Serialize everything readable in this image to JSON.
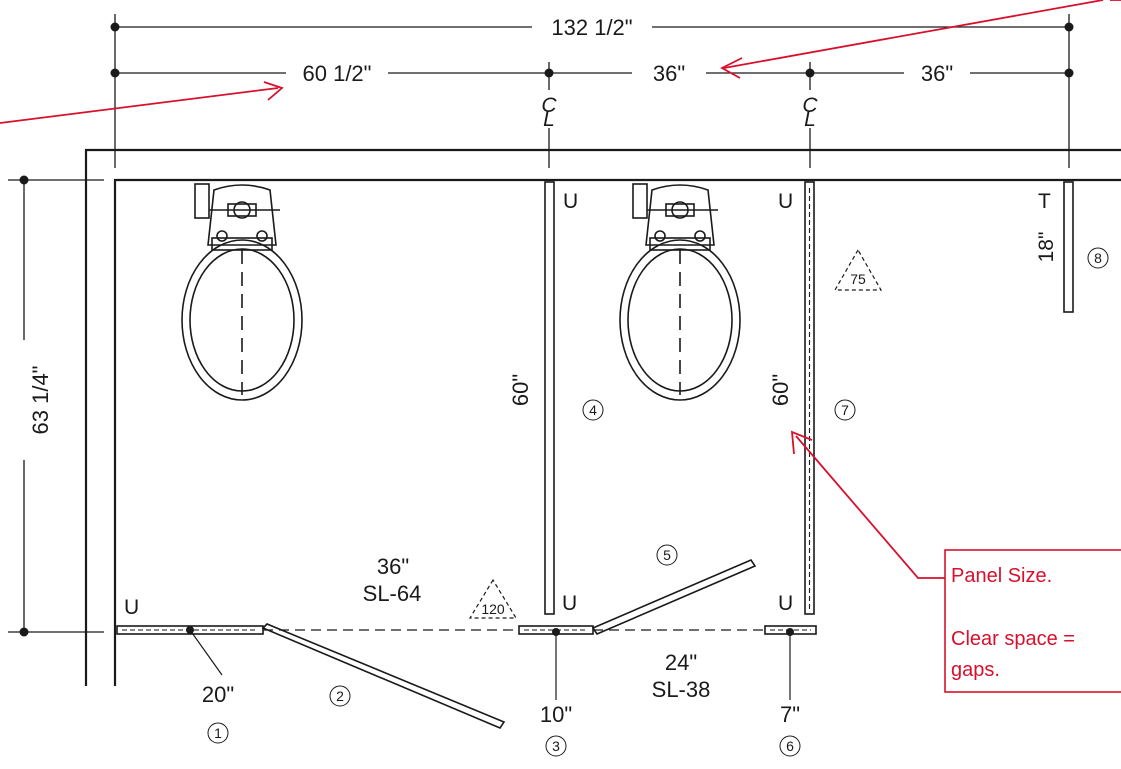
{
  "dimensions": {
    "overall_width": "132 1/2\"",
    "first_stall": "60 1/2\"",
    "second_stall": "36\"",
    "third_space": "36\"",
    "depth": "63 1/4\"",
    "centerline": "C L"
  },
  "panels": {
    "panel_4": "60\"",
    "panel_7": "60\"",
    "panel_8": "18\""
  },
  "doors": {
    "door_2_width": "36\"",
    "door_2_model": "SL-64",
    "door_5_width": "24\"",
    "door_5_model": "SL-38"
  },
  "pilasters": {
    "p1": "20\"",
    "p3": "10\"",
    "p6": "7\""
  },
  "markers": {
    "m1": "1",
    "m2": "2",
    "m3": "3",
    "m4": "4",
    "m5": "5",
    "m6": "6",
    "m7": "7",
    "m8": "8"
  },
  "brackets": {
    "u": "U",
    "t": "T"
  },
  "clearance": {
    "c120": "120",
    "c75": "75"
  },
  "note": {
    "line1": "Panel Size.",
    "line2": "Clear space =",
    "line3": "gaps."
  },
  "colors": {
    "annotation": "#d8102c",
    "linework": "#1a1a1a"
  }
}
